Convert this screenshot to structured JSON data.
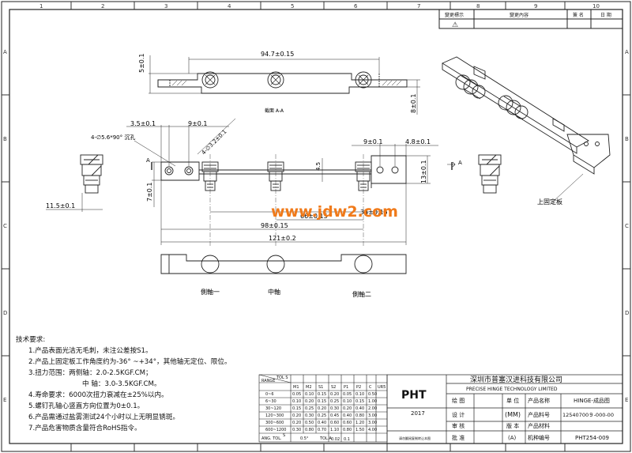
{
  "grid": {
    "cols": [
      "1",
      "2",
      "3",
      "4",
      "5",
      "6",
      "7",
      "8",
      "9",
      "10"
    ],
    "rows": [
      "A",
      "B",
      "C",
      "D",
      "E"
    ]
  },
  "revision_table": {
    "headers": [
      "變更標示",
      "變更內容",
      "簽 名",
      "日 期"
    ],
    "first_row_mark": "⚠"
  },
  "section_label": "截面 A-A",
  "section_mark": "A",
  "dims": {
    "top_length": "94.7±0.15",
    "top_height": "5±0.1",
    "right_height": "8±0.1",
    "d35": "3.5±0.1",
    "d9a": "9±0.1",
    "d4": "4-∅5.6*90° 沉孔",
    "d432": "4-∅3.2±0.1",
    "d9b": "9±0.1",
    "d48": "4.8±0.1",
    "d45": "4.5",
    "d13": "13±0.1",
    "d7": "7±0.1",
    "d115": "11.5±0.1",
    "d66": "66±0.15",
    "d3415": "34±0.15",
    "d98": "98±0.15",
    "d121": "121±0.2"
  },
  "labels": {
    "shaft_side1": "側軸一",
    "shaft_center": "中軸",
    "shaft_side2": "側軸二",
    "fixed_plate": "上固定板",
    "watermark": "www.jdw2.com"
  },
  "notes": {
    "title": "技术要求:",
    "items": [
      "1.产品表面光洁无毛刺，未注公差按S1。",
      "2.产品上固定板工作角度约为-36° ~+34°，其他轴无定位、限位。",
      "3.扭力范围：两侧轴：2.0-2.5KGF.CM；",
      "中  轴：3.0-3.5KGF.CM。",
      "4.寿命要求：6000次扭力衰减在±25%以内。",
      "5.螺钉孔轴心竖直方向位置为0±0.1。",
      "6.产品需通过盐雾测试24个小时以上无明显锈斑。",
      "7.产品危害物质含量符合RoHS指令。"
    ]
  },
  "tolerance_table": {
    "corner_top": "TOL S",
    "corner_bottom": "RANGE",
    "headers": [
      "M1",
      "M2",
      "S1",
      "S2",
      "P1",
      "P2",
      "C",
      "UR5"
    ],
    "rows": [
      {
        "range": "0~6",
        "vals": [
          "0.05",
          "0.10",
          "0.15",
          "0.20",
          "0.05",
          "0.10",
          "0.50",
          ""
        ]
      },
      {
        "range": "6~30",
        "vals": [
          "0.10",
          "0.20",
          "0.15",
          "0.25",
          "0.10",
          "0.15",
          "1.00",
          ""
        ]
      },
      {
        "range": "30~120",
        "vals": [
          "0.15",
          "0.25",
          "0.20",
          "0.30",
          "0.20",
          "0.40",
          "2.00",
          ""
        ]
      },
      {
        "range": "120~300",
        "vals": [
          "0.20",
          "0.30",
          "0.25",
          "0.45",
          "0.40",
          "0.80",
          "3.00",
          ""
        ]
      },
      {
        "range": "300~600",
        "vals": [
          "0.20",
          "0.50",
          "0.40",
          "0.60",
          "0.60",
          "1.20",
          "3.00",
          ""
        ]
      },
      {
        "range": "600~1200",
        "vals": [
          "0.30",
          "0.80",
          "0.70",
          "1.10",
          "0.80",
          "1.50",
          "4.00",
          ""
        ]
      }
    ],
    "ang_label": "ANG. TOL.",
    "ang_s": "S",
    "ang_val": "0.5°",
    "tol_a": "TOL A",
    "last_vals": [
      "0.02",
      "0.1"
    ]
  },
  "title_block": {
    "company_cn": "深圳市普塞汉进科技有限公司",
    "company_en": "PRECISE HINGE TECHNOLOGY LIMITED",
    "logo": "PHT",
    "year": "2017",
    "rows_left": [
      "绘 图",
      "设 计",
      "审 核",
      "批 准"
    ],
    "col_mid": [
      "单 位",
      "(MM)",
      "版 本",
      "(A)"
    ],
    "rows_right_labels": [
      "产品名称",
      "产品料号",
      "产品材料",
      "机种编号"
    ],
    "rows_right_values": [
      "HINGE-成品图",
      "12540700９-000-00",
      "",
      "PHT254-009"
    ],
    "footnote": "请勿翻阅复制转让本图"
  }
}
